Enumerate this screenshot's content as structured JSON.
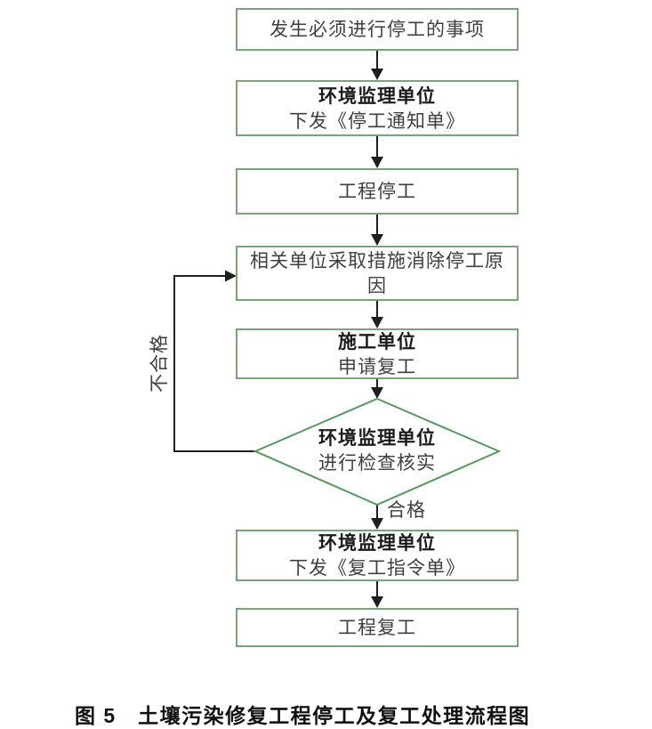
{
  "flowchart": {
    "nodes": [
      {
        "id": "start",
        "text": "发生必须进行停工的事项"
      },
      {
        "id": "notice",
        "title": "环境监理单位",
        "subtitle": "下发《停工通知单》"
      },
      {
        "id": "stop-work",
        "text": "工程停工"
      },
      {
        "id": "eliminate",
        "lines": [
          "相关单位采取措施消除停工原",
          "因"
        ]
      },
      {
        "id": "apply",
        "title": "施工单位",
        "subtitle": "申请复工"
      },
      {
        "id": "order",
        "title": "环境监理单位",
        "subtitle": "下发《复工指令单》"
      },
      {
        "id": "resume",
        "text": "工程复工"
      }
    ],
    "decision": {
      "title": "环境监理单位",
      "subtitle": "进行检查核实"
    },
    "edge_labels": {
      "pass": "合格",
      "fail": "不合格"
    },
    "caption": "图 5　土壤污染修复工程停工及复工处理流程图"
  },
  "colors": {
    "box-border": "#7ca37c",
    "diamond-border": "#58985e",
    "line": "#1f1f1f",
    "text": "#3f3f3f",
    "text-bold": "#1c1c1c",
    "caption": "#111111",
    "background": "#ffffff"
  }
}
